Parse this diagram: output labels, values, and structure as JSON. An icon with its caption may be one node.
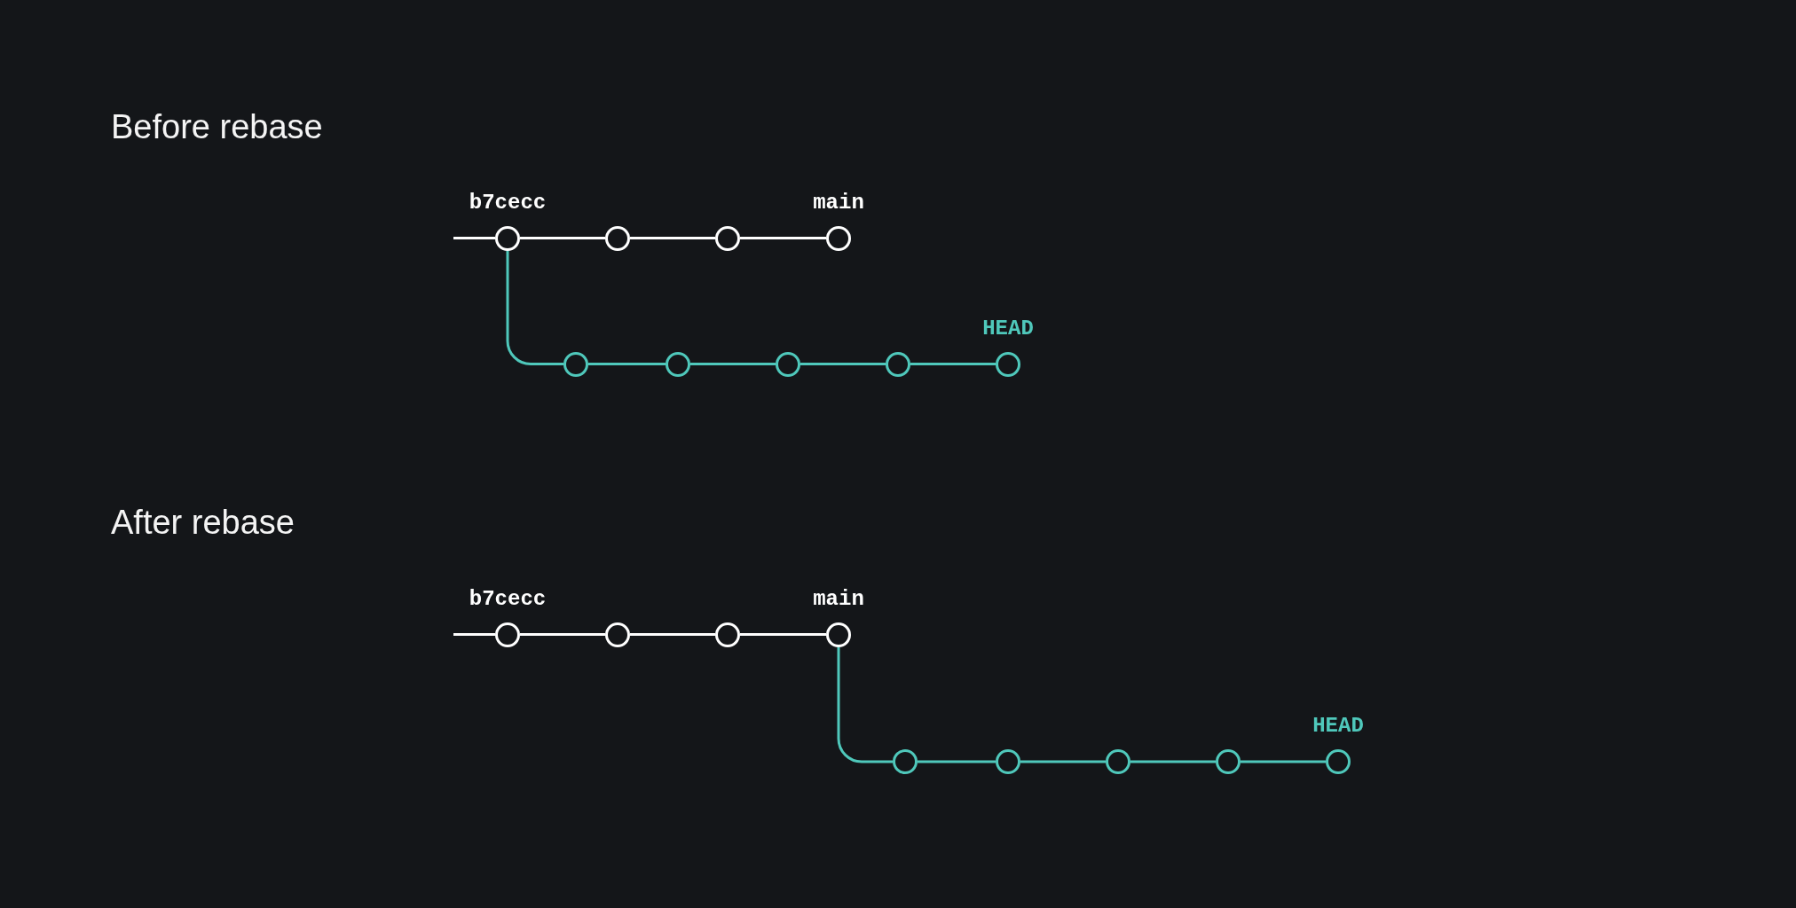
{
  "diagram": {
    "nodes": [
      {
        "text": [],
        "shape": "circle",
        "beside": [
          "b7cecc"
        ]
      },
      {
        "text": [],
        "shape": "circle"
      },
      {
        "text": [],
        "shape": "circle"
      },
      {
        "text": [],
        "shape": "circle",
        "beside": [
          "main"
        ]
      },
      {
        "text": [],
        "shape": "circle"
      },
      {
        "text": [],
        "shape": "circle"
      },
      {
        "text": [],
        "shape": "circle"
      },
      {
        "text": [],
        "shape": "circle"
      },
      {
        "text": [],
        "shape": "circle",
        "beside": [
          "HEAD"
        ]
      },
      {
        "text": [],
        "shape": "circle",
        "beside": [
          "b7cecc"
        ]
      },
      {
        "text": [],
        "shape": "circle"
      },
      {
        "text": [],
        "shape": "circle"
      },
      {
        "text": [],
        "shape": "circle",
        "beside": [
          "main"
        ]
      },
      {
        "text": [],
        "shape": "circle"
      },
      {
        "text": [],
        "shape": "circle"
      },
      {
        "text": [],
        "shape": "circle"
      },
      {
        "text": [],
        "shape": "circle"
      },
      {
        "text": [],
        "shape": "circle",
        "beside": [
          "HEAD"
        ]
      }
    ],
    "edges": [
      {
        "from": null,
        "to": 0,
        "arrow": "none",
        "color": "#ffffff"
      },
      {
        "from": 0,
        "to": 1,
        "arrow": "none",
        "color": "#ffffff"
      },
      {
        "from": 1,
        "to": 2,
        "arrow": "none",
        "color": "#ffffff"
      },
      {
        "from": 2,
        "to": 3,
        "arrow": "none",
        "color": "#ffffff"
      },
      {
        "from": 0,
        "to": 4,
        "arrow": "none"
      },
      {
        "from": 4,
        "to": 5,
        "arrow": "none"
      },
      {
        "from": 5,
        "to": 6,
        "arrow": "none"
      },
      {
        "from": 6,
        "to": 7,
        "arrow": "none"
      },
      {
        "from": 7,
        "to": 8,
        "arrow": "none"
      },
      {
        "from": null,
        "to": 9,
        "arrow": "none",
        "color": "#ffffff"
      },
      {
        "from": 9,
        "to": 10,
        "arrow": "none",
        "color": "#ffffff"
      },
      {
        "from": 10,
        "to": 11,
        "arrow": "none",
        "color": "#ffffff"
      },
      {
        "from": 11,
        "to": 12,
        "arrow": "none",
        "color": "#ffffff"
      },
      {
        "from": 12,
        "to": 13,
        "arrow": "none"
      },
      {
        "from": 13,
        "to": 14,
        "arrow": "none"
      },
      {
        "from": 14,
        "to": 15,
        "arrow": "none"
      },
      {
        "from": 15,
        "to": 16,
        "arrow": "none"
      },
      {
        "from": 16,
        "to": 17,
        "arrow": "none"
      }
    ],
    "labels": [
      "Before rebase",
      "After rebase"
    ]
  }
}
